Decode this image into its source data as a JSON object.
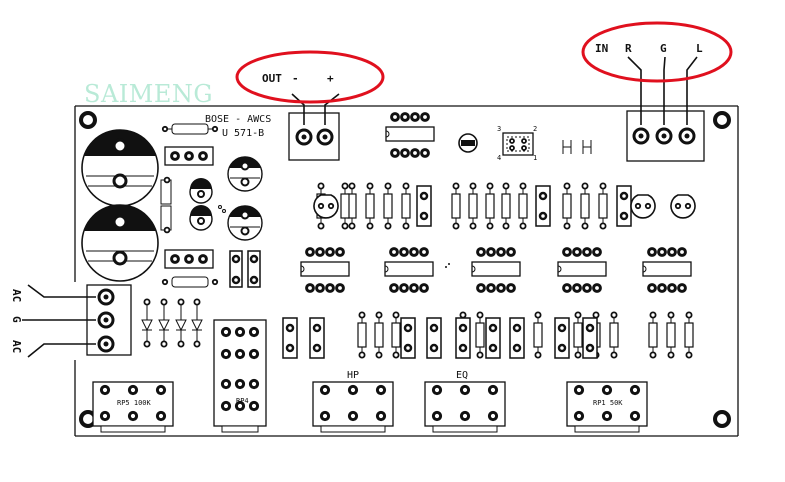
{
  "watermark": "SAIMENG",
  "board": {
    "model_line1": "BOSE - AWCS",
    "model_line2": "U 571-B"
  },
  "output": {
    "label": "OUT",
    "minus": "-",
    "plus": "+"
  },
  "input": {
    "in": "IN",
    "r": "R",
    "g": "G",
    "l": "L"
  },
  "power": {
    "ac_top": "AC",
    "g": "G",
    "ac_bottom": "AC"
  },
  "pot_labels": {
    "hp": "HP",
    "eq": "EQ",
    "rp5": "RP5 100K",
    "rp4": "RP4",
    "rp1": "RP1 50K"
  },
  "trimmer_pins": [
    "3",
    "2",
    "4",
    "1"
  ],
  "highlight_color": "#e0101e"
}
